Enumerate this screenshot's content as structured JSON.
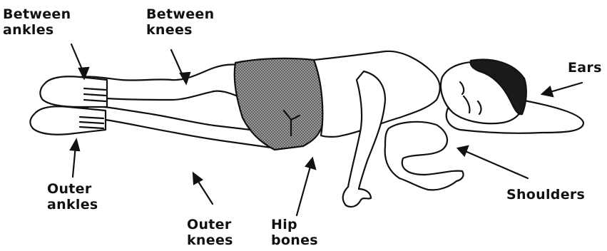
{
  "labels": {
    "between_ankles": [
      "Between",
      "ankles"
    ],
    "between_knees": [
      "Between",
      "knees"
    ],
    "ears": [
      "Ears"
    ],
    "shoulders": [
      "Shoulders"
    ],
    "outer_ankles": [
      "Outer",
      "ankles"
    ],
    "outer_knees": [
      "Outer",
      "knees"
    ],
    "hip_bones": [
      "Hip",
      "bones"
    ]
  },
  "colors": {
    "ink": "#111111",
    "shorts_fill": "#8c8c8c",
    "hair": "#1a1a1a",
    "background": "#ffffff"
  }
}
